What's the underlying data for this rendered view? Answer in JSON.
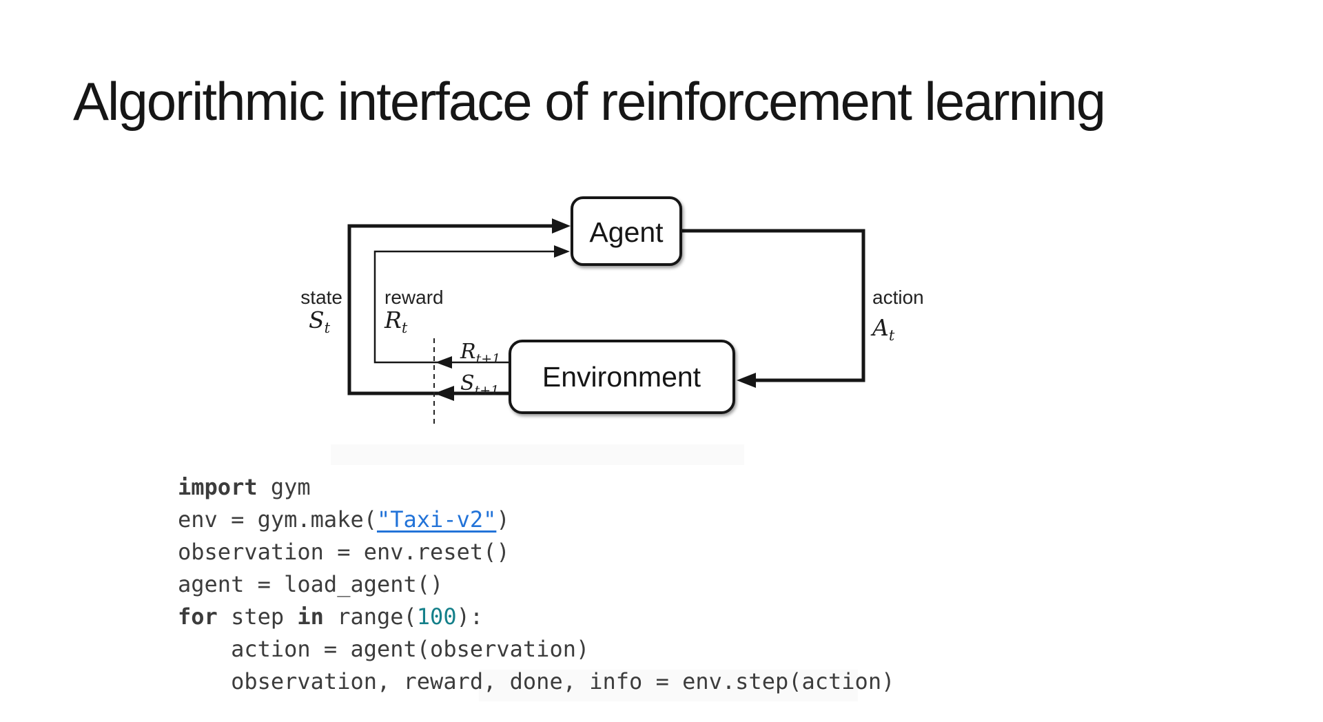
{
  "title": "Algorithmic interface of reinforcement learning",
  "diagram": {
    "agent_label": "Agent",
    "environment_label": "Environment",
    "state_label": "state",
    "state_symbol": {
      "main": "S",
      "sub": "t"
    },
    "reward_label": "reward",
    "reward_symbol": {
      "main": "R",
      "sub": "t"
    },
    "action_label": "action",
    "action_symbol": {
      "main": "A",
      "sub": "t"
    },
    "reward_next_symbol": {
      "main": "R",
      "sub": "t+1"
    },
    "state_next_symbol": {
      "main": "S",
      "sub": "t+1"
    }
  },
  "code": {
    "lines": [
      [
        {
          "t": "import",
          "s": "kw"
        },
        {
          "t": " gym",
          "s": "p"
        }
      ],
      [
        {
          "t": "env = gym.make(",
          "s": "p"
        },
        {
          "t": "\"Taxi-v2\"",
          "s": "link"
        },
        {
          "t": ")",
          "s": "p"
        }
      ],
      [
        {
          "t": "observation = env.reset()",
          "s": "p"
        }
      ],
      [
        {
          "t": "agent = load_agent()",
          "s": "p"
        }
      ],
      [
        {
          "t": "for",
          "s": "kw"
        },
        {
          "t": " step ",
          "s": "p"
        },
        {
          "t": "in",
          "s": "kw"
        },
        {
          "t": " range(",
          "s": "p"
        },
        {
          "t": "100",
          "s": "num"
        },
        {
          "t": "):",
          "s": "p"
        }
      ],
      [
        {
          "t": "    action = agent(observation)",
          "s": "p"
        }
      ],
      [
        {
          "t": "    observation, reward, done, info = env.step(action)",
          "s": "p"
        }
      ]
    ]
  },
  "colors": {
    "ink": "#161616",
    "code_text": "#3c3c3c",
    "keyword": "#3c3c3c",
    "number_literal": "#15808a",
    "string_link": "#2273d8"
  }
}
